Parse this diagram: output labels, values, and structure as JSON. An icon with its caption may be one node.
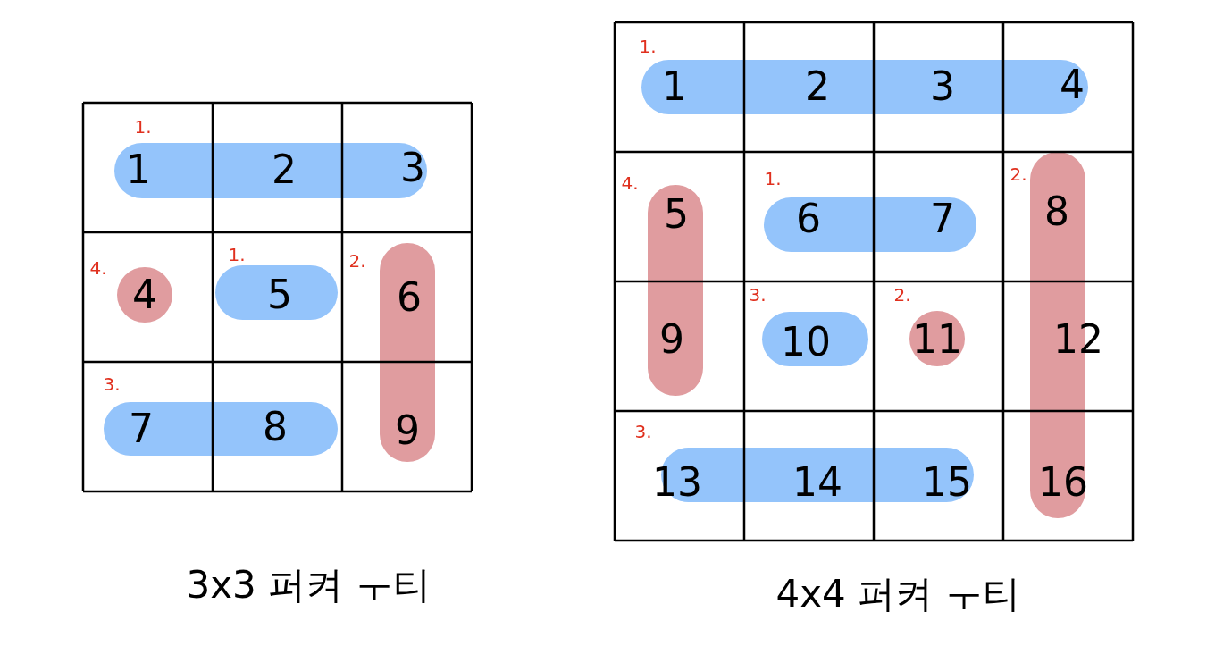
{
  "diagram": {
    "labels": [
      "1.",
      "1",
      "2",
      "3",
      "4.",
      "4",
      "1.",
      "5",
      "2.",
      "6",
      "3.",
      "7",
      "8",
      "9",
      "3x3 퍼켜 ㅜ티",
      "1.",
      "1",
      "2",
      "3",
      "4",
      "4.",
      "5",
      "1.",
      "6",
      "7",
      "2.",
      "8",
      "9",
      "3.",
      "10",
      "2.",
      "11",
      "12",
      "3.",
      "13",
      "14",
      "15",
      "16",
      "4x4 퍼켜 ㅜ티"
    ]
  }
}
